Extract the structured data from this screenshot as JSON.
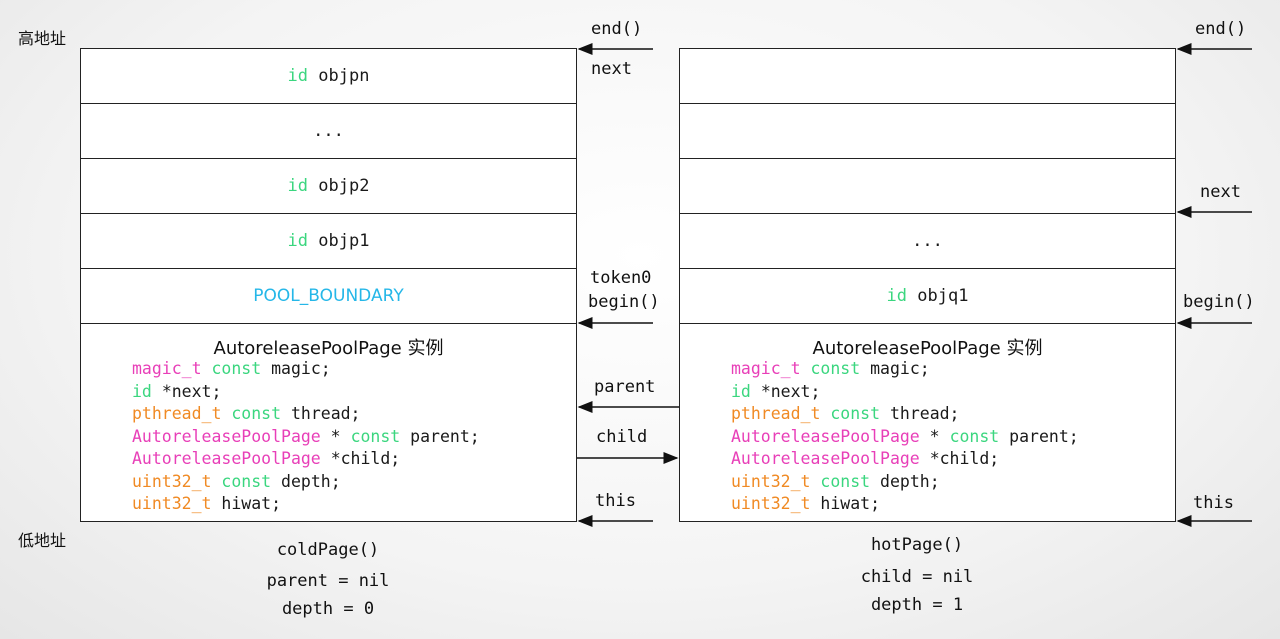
{
  "addresses": {
    "high": "高地址",
    "low": "低地址"
  },
  "left_page": {
    "cells": [
      {
        "kw": "id",
        "name": "objpn"
      },
      {
        "kw": "",
        "name": "..."
      },
      {
        "kw": "id",
        "name": "objp2"
      },
      {
        "kw": "id",
        "name": "objp1"
      }
    ],
    "boundary": "POOL_BOUNDARY",
    "struct_title": "AutoreleasePoolPage 实例",
    "pointers": {
      "end": "end()",
      "next": "next",
      "token": "token0",
      "begin": "begin()",
      "parent": "parent",
      "child": "child",
      "this": "this"
    },
    "captions": {
      "name": "coldPage()",
      "parent": "parent = nil",
      "depth": "depth = 0"
    }
  },
  "right_page": {
    "cells": [
      {
        "kw": "",
        "name": ""
      },
      {
        "kw": "",
        "name": ""
      },
      {
        "kw": "",
        "name": ""
      },
      {
        "kw": "",
        "name": "..."
      },
      {
        "kw": "id",
        "name": "objq1"
      }
    ],
    "struct_title": "AutoreleasePoolPage 实例",
    "pointers": {
      "end": "end()",
      "next": "next",
      "begin": "begin()",
      "this": "this"
    },
    "captions": {
      "name": "hotPage()",
      "child": "child = nil",
      "depth": "depth = 1"
    }
  },
  "fields": {
    "magic": {
      "type": "magic_t",
      "kw": "const",
      "rest": "magic;"
    },
    "next": {
      "type": "id",
      "rest": "*next;"
    },
    "thread": {
      "type": "pthread_t",
      "kw": "const",
      "rest": "thread;"
    },
    "parent": {
      "type": "AutoreleasePoolPage",
      "mid": " * ",
      "kw": "const",
      "rest": "parent;"
    },
    "child": {
      "type": "AutoreleasePoolPage",
      "rest": "*child;"
    },
    "depth": {
      "type": "uint32_t",
      "kw": "const",
      "rest": "depth;"
    },
    "hiwat": {
      "type": "uint32_t",
      "rest": "hiwat;"
    }
  }
}
